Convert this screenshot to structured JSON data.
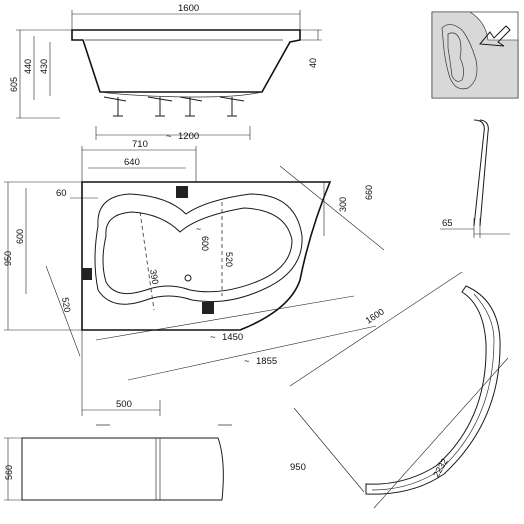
{
  "dimensions": {
    "top_length": "1600",
    "top_height_total": "605",
    "top_height_440": "440",
    "top_depth_430": "430",
    "top_rim_40": "40",
    "top_feet_1200": "1200",
    "plan_710": "710",
    "plan_640": "640",
    "plan_60": "60",
    "plan_600_left": "600",
    "plan_950": "950",
    "plan_300": "300",
    "plan_660": "660",
    "plan_600_inner": "600",
    "plan_520_inner": "520",
    "plan_390": "390",
    "plan_520_diag": "520",
    "plan_1450": "1450",
    "plan_1855": "1855",
    "plan_500": "500",
    "panel_1600": "1600",
    "panel_950": "950",
    "panel_2232": "2232",
    "panel_560": "560",
    "side_65": "65"
  },
  "prefixes": {
    "approx": "~"
  },
  "icons": [
    "arrow-icon",
    "faucet-icon",
    "drain-icon",
    "overflow-icon"
  ]
}
